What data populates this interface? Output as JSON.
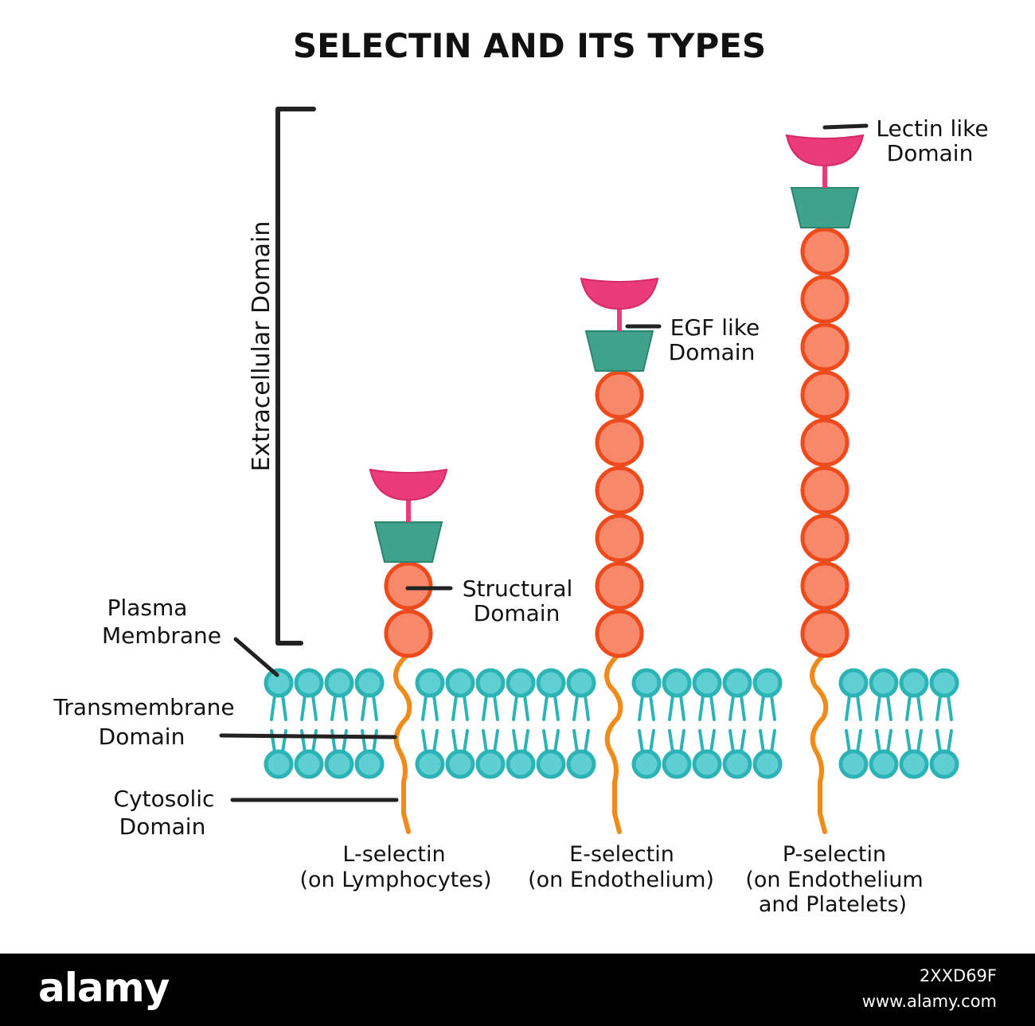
{
  "title": "SELECTIN AND ITS TYPES",
  "labels": {
    "extracellular": "Extracellular Domain",
    "plasma_membrane": [
      "Plasma",
      "Membrane"
    ],
    "transmembrane": [
      "Transmembrane",
      "Domain"
    ],
    "cytosolic": [
      "Cytosolic",
      "Domain"
    ],
    "structural": [
      "Structural",
      "Domain"
    ],
    "egf": [
      "EGF like",
      "Domain"
    ],
    "lectin": [
      "Lectin like",
      "Domain"
    ]
  },
  "selectins": [
    {
      "name": "L-selectin",
      "location": [
        "(on Lymphocytes)"
      ],
      "structural_domains": 2
    },
    {
      "name": "E-selectin",
      "location": [
        "(on Endothelium)"
      ],
      "structural_domains": 6
    },
    {
      "name": "P-selectin",
      "location": [
        "(on Endothelium",
        "and Platelets)"
      ],
      "structural_domains": 9
    }
  ],
  "colors": {
    "lectin": "#ea3c7a",
    "egf": "#3fa38c",
    "structural_fill": "#f7896a",
    "structural_stroke": "#ef4a1c",
    "tail": "#f08a18",
    "membrane": "#2bb3b6",
    "membrane_fill": "#5fcfd1"
  },
  "watermark": {
    "logo": "alamy",
    "image_id": "2XXD69F",
    "site": "www.alamy.com"
  }
}
